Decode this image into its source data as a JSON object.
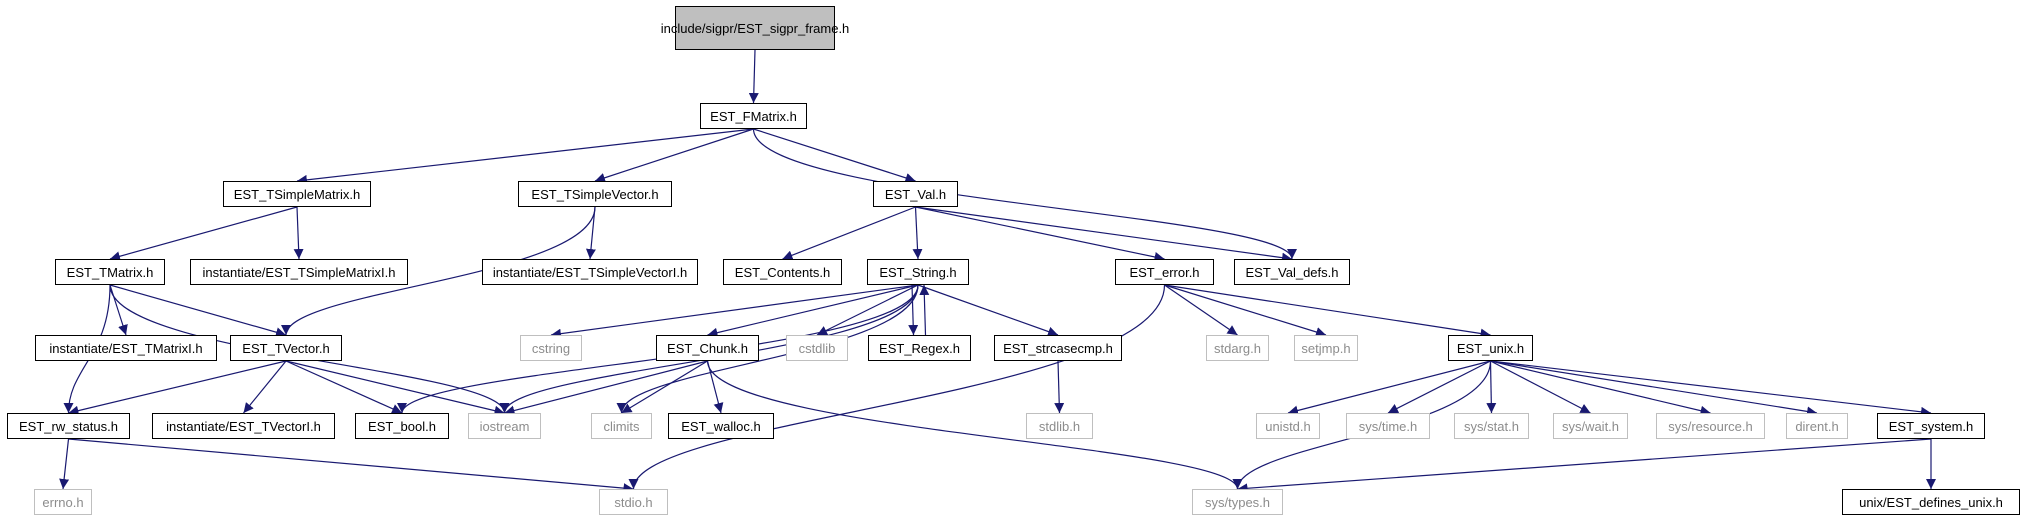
{
  "graph": {
    "colors": {
      "edge": "#191970",
      "project_border": "#000000",
      "external_border": "#bfbfbf",
      "external_text": "#8c8c8c",
      "root_fill": "#bfbfbf"
    },
    "nodes": [
      {
        "id": "root",
        "label": "include/sigpr/EST_sigpr_frame.h",
        "kind": "root"
      },
      {
        "id": "fmatrix",
        "label": "EST_FMatrix.h",
        "kind": "project"
      },
      {
        "id": "tsimplematrix",
        "label": "EST_TSimpleMatrix.h",
        "kind": "project"
      },
      {
        "id": "tsimplevector",
        "label": "EST_TSimpleVector.h",
        "kind": "project"
      },
      {
        "id": "val",
        "label": "EST_Val.h",
        "kind": "project"
      },
      {
        "id": "tmatrix",
        "label": "EST_TMatrix.h",
        "kind": "project"
      },
      {
        "id": "inst_tsmatrixi",
        "label": "instantiate/EST_TSimpleMatrixI.h",
        "kind": "project"
      },
      {
        "id": "inst_tsvectori",
        "label": "instantiate/EST_TSimpleVectorI.h",
        "kind": "project"
      },
      {
        "id": "contents",
        "label": "EST_Contents.h",
        "kind": "project"
      },
      {
        "id": "string",
        "label": "EST_String.h",
        "kind": "project"
      },
      {
        "id": "error",
        "label": "EST_error.h",
        "kind": "project"
      },
      {
        "id": "valdefs",
        "label": "EST_Val_defs.h",
        "kind": "project"
      },
      {
        "id": "inst_tmatrixi",
        "label": "instantiate/EST_TMatrixI.h",
        "kind": "project"
      },
      {
        "id": "tvector",
        "label": "EST_TVector.h",
        "kind": "project"
      },
      {
        "id": "cstring",
        "label": "cstring",
        "kind": "external"
      },
      {
        "id": "chunk",
        "label": "EST_Chunk.h",
        "kind": "project"
      },
      {
        "id": "cstdlib",
        "label": "cstdlib",
        "kind": "external"
      },
      {
        "id": "regex",
        "label": "EST_Regex.h",
        "kind": "project"
      },
      {
        "id": "strcasecmp",
        "label": "EST_strcasecmp.h",
        "kind": "project"
      },
      {
        "id": "stdarg",
        "label": "stdarg.h",
        "kind": "external"
      },
      {
        "id": "setjmp",
        "label": "setjmp.h",
        "kind": "external"
      },
      {
        "id": "unix",
        "label": "EST_unix.h",
        "kind": "project"
      },
      {
        "id": "rwstatus",
        "label": "EST_rw_status.h",
        "kind": "project"
      },
      {
        "id": "inst_tvectori",
        "label": "instantiate/EST_TVectorI.h",
        "kind": "project"
      },
      {
        "id": "bool",
        "label": "EST_bool.h",
        "kind": "project"
      },
      {
        "id": "iostream",
        "label": "iostream",
        "kind": "external"
      },
      {
        "id": "climits",
        "label": "climits",
        "kind": "external"
      },
      {
        "id": "walloc",
        "label": "EST_walloc.h",
        "kind": "project"
      },
      {
        "id": "stdlibh",
        "label": "stdlib.h",
        "kind": "external"
      },
      {
        "id": "unistd",
        "label": "unistd.h",
        "kind": "external"
      },
      {
        "id": "systime",
        "label": "sys/time.h",
        "kind": "external"
      },
      {
        "id": "sysstat",
        "label": "sys/stat.h",
        "kind": "external"
      },
      {
        "id": "syswait",
        "label": "sys/wait.h",
        "kind": "external"
      },
      {
        "id": "sysresource",
        "label": "sys/resource.h",
        "kind": "external"
      },
      {
        "id": "dirent",
        "label": "dirent.h",
        "kind": "external"
      },
      {
        "id": "system",
        "label": "EST_system.h",
        "kind": "project"
      },
      {
        "id": "errno",
        "label": "errno.h",
        "kind": "external"
      },
      {
        "id": "stdio",
        "label": "stdio.h",
        "kind": "external"
      },
      {
        "id": "systypes",
        "label": "sys/types.h",
        "kind": "external"
      },
      {
        "id": "defines_unix",
        "label": "unix/EST_defines_unix.h",
        "kind": "project"
      }
    ],
    "edges": [
      [
        "root",
        "fmatrix"
      ],
      [
        "fmatrix",
        "tsimplematrix"
      ],
      [
        "fmatrix",
        "tsimplevector"
      ],
      [
        "fmatrix",
        "val"
      ],
      [
        "fmatrix",
        "valdefs"
      ],
      [
        "tsimplematrix",
        "tmatrix"
      ],
      [
        "tsimplematrix",
        "inst_tsmatrixi"
      ],
      [
        "tsimplevector",
        "tvector"
      ],
      [
        "tsimplevector",
        "inst_tsvectori"
      ],
      [
        "val",
        "contents"
      ],
      [
        "val",
        "string"
      ],
      [
        "val",
        "error"
      ],
      [
        "val",
        "valdefs"
      ],
      [
        "tmatrix",
        "inst_tmatrixi"
      ],
      [
        "tmatrix",
        "tvector"
      ],
      [
        "tmatrix",
        "rwstatus"
      ],
      [
        "tmatrix",
        "iostream"
      ],
      [
        "string",
        "cstring"
      ],
      [
        "string",
        "chunk"
      ],
      [
        "string",
        "cstdlib"
      ],
      [
        "string",
        "regex"
      ],
      [
        "string",
        "strcasecmp"
      ],
      [
        "string",
        "bool"
      ],
      [
        "string",
        "iostream"
      ],
      [
        "string",
        "climits"
      ],
      [
        "regex",
        "string"
      ],
      [
        "error",
        "stdarg"
      ],
      [
        "error",
        "setjmp"
      ],
      [
        "error",
        "unix"
      ],
      [
        "error",
        "stdio"
      ],
      [
        "tvector",
        "rwstatus"
      ],
      [
        "tvector",
        "inst_tvectori"
      ],
      [
        "tvector",
        "bool"
      ],
      [
        "tvector",
        "iostream"
      ],
      [
        "chunk",
        "iostream"
      ],
      [
        "chunk",
        "climits"
      ],
      [
        "chunk",
        "walloc"
      ],
      [
        "chunk",
        "systypes"
      ],
      [
        "strcasecmp",
        "stdlibh"
      ],
      [
        "unix",
        "unistd"
      ],
      [
        "unix",
        "systime"
      ],
      [
        "unix",
        "sysstat"
      ],
      [
        "unix",
        "syswait"
      ],
      [
        "unix",
        "sysresource"
      ],
      [
        "unix",
        "dirent"
      ],
      [
        "unix",
        "system"
      ],
      [
        "unix",
        "systypes"
      ],
      [
        "rwstatus",
        "errno"
      ],
      [
        "rwstatus",
        "stdio"
      ],
      [
        "system",
        "systypes"
      ],
      [
        "system",
        "defines_unix"
      ]
    ]
  }
}
